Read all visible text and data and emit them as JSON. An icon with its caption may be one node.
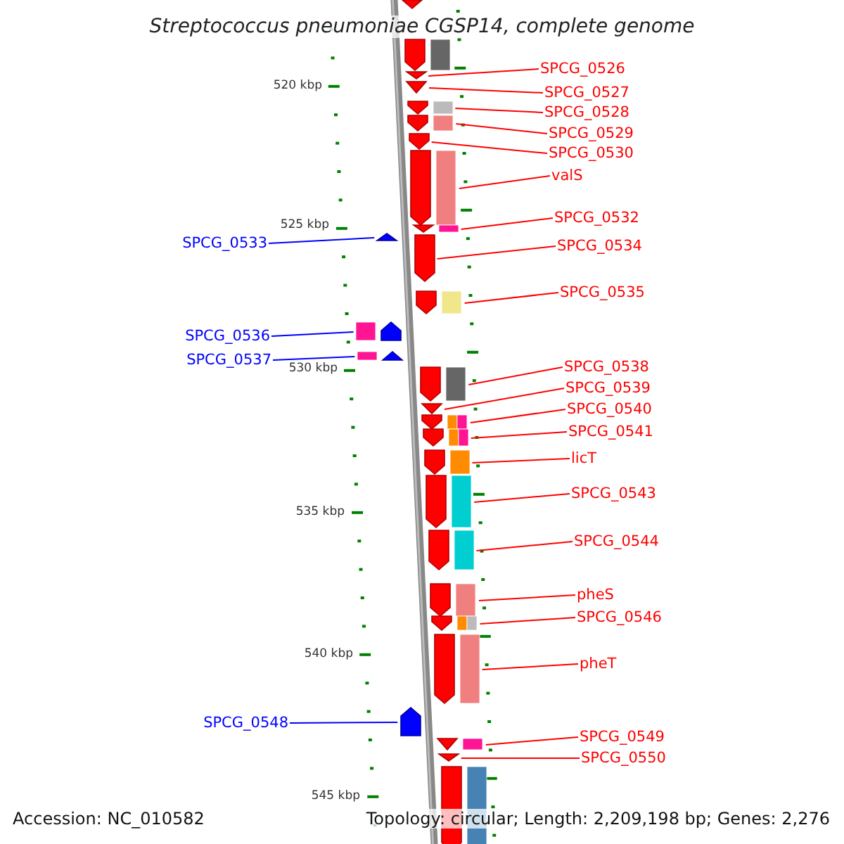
{
  "diagram": {
    "title": "Streptococcus pneumoniae CGSP14, complete genome",
    "nodes": [
      {
        "text": [],
        "shape": "arrow"
      },
      {
        "text": [],
        "shape": "arrow"
      },
      {
        "text": [
          "SPCG_0526"
        ]
      },
      {
        "text": [],
        "shape": "arrow"
      },
      {
        "text": [
          "SPCG_0527"
        ]
      },
      {
        "text": [],
        "shape": "arrow"
      },
      {
        "text": [
          "SPCG_0528"
        ]
      },
      {
        "text": [],
        "shape": "arrow"
      },
      {
        "text": [
          "SPCG_0529"
        ]
      },
      {
        "text": [],
        "shape": "arrow"
      },
      {
        "text": [
          "SPCG_0530"
        ]
      },
      {
        "text": [],
        "shape": "arrow"
      },
      {
        "text": [
          "valS"
        ]
      },
      {
        "text": [],
        "shape": "arrow"
      },
      {
        "text": [
          "SPCG_0532"
        ]
      },
      {
        "text": [],
        "shape": "arrow"
      },
      {
        "text": [
          "SPCG_0533"
        ]
      },
      {
        "text": [],
        "shape": "arrow"
      },
      {
        "text": [
          "SPCG_0534"
        ]
      },
      {
        "text": [],
        "shape": "arrow"
      },
      {
        "text": [
          "SPCG_0535"
        ]
      },
      {
        "text": [],
        "shape": "arrow"
      },
      {
        "text": [
          "SPCG_0536"
        ]
      },
      {
        "text": [],
        "shape": "arrow"
      },
      {
        "text": [
          "SPCG_0537"
        ]
      },
      {
        "text": [],
        "shape": "arrow"
      },
      {
        "text": [
          "SPCG_0538"
        ]
      },
      {
        "text": [],
        "shape": "arrow"
      },
      {
        "text": [
          "SPCG_0539"
        ]
      },
      {
        "text": [],
        "shape": "arrow"
      },
      {
        "text": [
          "SPCG_0540"
        ]
      },
      {
        "text": [],
        "shape": "arrow"
      },
      {
        "text": [
          "SPCG_0541"
        ]
      },
      {
        "text": [],
        "shape": "arrow"
      },
      {
        "text": [
          "licT"
        ]
      },
      {
        "text": [],
        "shape": "arrow"
      },
      {
        "text": [
          "SPCG_0543"
        ]
      },
      {
        "text": [],
        "shape": "arrow"
      },
      {
        "text": [
          "SPCG_0544"
        ]
      },
      {
        "text": [],
        "shape": "arrow"
      },
      {
        "text": [
          "pheS"
        ]
      },
      {
        "text": [],
        "shape": "arrow"
      },
      {
        "text": [
          "SPCG_0546"
        ]
      },
      {
        "text": [],
        "shape": "arrow"
      },
      {
        "text": [
          "pheT"
        ]
      },
      {
        "text": [],
        "shape": "arrow"
      },
      {
        "text": [
          "SPCG_0548"
        ]
      },
      {
        "text": [],
        "shape": "arrow"
      },
      {
        "text": [
          "SPCG_0549"
        ]
      },
      {
        "text": [],
        "shape": "arrow"
      },
      {
        "text": [
          "SPCG_0550"
        ]
      },
      {
        "text": [],
        "shape": "arrow"
      },
      {
        "text": [],
        "shape": "arrow"
      }
    ],
    "edges": [
      {
        "from": 2,
        "to": 3,
        "arrow": "none"
      },
      {
        "from": 4,
        "to": 5,
        "arrow": "none"
      },
      {
        "from": 6,
        "to": 7,
        "arrow": "none"
      },
      {
        "from": 8,
        "to": 9,
        "arrow": "none"
      },
      {
        "from": 10,
        "to": 11,
        "arrow": "none"
      },
      {
        "from": 12,
        "to": 13,
        "arrow": "none"
      },
      {
        "from": 14,
        "to": 15,
        "arrow": "none"
      },
      {
        "from": 16,
        "to": 17,
        "arrow": "none",
        "color": "#0000ff"
      },
      {
        "from": 18,
        "to": 19,
        "arrow": "none"
      },
      {
        "from": 20,
        "to": 21,
        "arrow": "none"
      },
      {
        "from": 22,
        "to": 23,
        "arrow": "none",
        "color": "#0000ff"
      },
      {
        "from": 24,
        "to": 25,
        "arrow": "none",
        "color": "#0000ff"
      },
      {
        "from": 26,
        "to": 27,
        "arrow": "none"
      },
      {
        "from": 28,
        "to": 29,
        "arrow": "none"
      },
      {
        "from": 30,
        "to": 31,
        "arrow": "none"
      },
      {
        "from": 32,
        "to": 33,
        "arrow": "none"
      },
      {
        "from": 34,
        "to": 35,
        "arrow": "none"
      },
      {
        "from": 36,
        "to": 37,
        "arrow": "none"
      },
      {
        "from": 38,
        "to": 39,
        "arrow": "none"
      },
      {
        "from": 40,
        "to": 41,
        "arrow": "none"
      },
      {
        "from": 42,
        "to": 43,
        "arrow": "none"
      },
      {
        "from": 44,
        "to": 45,
        "arrow": "none"
      },
      {
        "from": 46,
        "to": 47,
        "arrow": "none",
        "color": "#0000ff"
      },
      {
        "from": 48,
        "to": 49,
        "arrow": "none"
      },
      {
        "from": 50,
        "to": 51,
        "arrow": "none"
      }
    ],
    "labels": [
      "520 kbp",
      "525 kbp",
      "530 kbp",
      "535 kbp",
      "540 kbp",
      "545 kbp",
      "Accession: NC_010582",
      "Topology: circular; Length: 2,209,198 bp; Genes: 2,276"
    ]
  }
}
